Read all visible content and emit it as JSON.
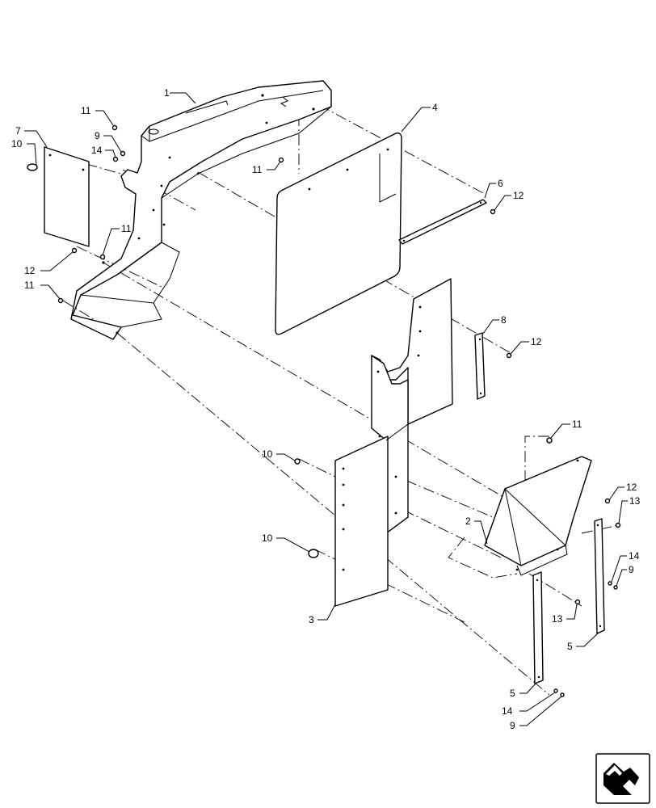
{
  "diagram": {
    "callouts": [
      {
        "id": "c1",
        "label": "1"
      },
      {
        "id": "c2",
        "label": "2"
      },
      {
        "id": "c3",
        "label": "3"
      },
      {
        "id": "c4",
        "label": "4"
      },
      {
        "id": "c5a",
        "label": "5"
      },
      {
        "id": "c5b",
        "label": "5"
      },
      {
        "id": "c6",
        "label": "6"
      },
      {
        "id": "c7",
        "label": "7"
      },
      {
        "id": "c8",
        "label": "8"
      },
      {
        "id": "c9a",
        "label": "9"
      },
      {
        "id": "c9b",
        "label": "9"
      },
      {
        "id": "c9c",
        "label": "9"
      },
      {
        "id": "c10a",
        "label": "10"
      },
      {
        "id": "c10b",
        "label": "10"
      },
      {
        "id": "c10c",
        "label": "10"
      },
      {
        "id": "c11a",
        "label": "11"
      },
      {
        "id": "c11b",
        "label": "11"
      },
      {
        "id": "c11c",
        "label": "11"
      },
      {
        "id": "c11d",
        "label": "11"
      },
      {
        "id": "c11e",
        "label": "11"
      },
      {
        "id": "c12a",
        "label": "12"
      },
      {
        "id": "c12b",
        "label": "12"
      },
      {
        "id": "c12c",
        "label": "12"
      },
      {
        "id": "c12d",
        "label": "12"
      },
      {
        "id": "c13a",
        "label": "13"
      },
      {
        "id": "c13b",
        "label": "13"
      },
      {
        "id": "c14a",
        "label": "14"
      },
      {
        "id": "c14b",
        "label": "14"
      },
      {
        "id": "c14c",
        "label": "14"
      }
    ],
    "nav_icon": "previous-page-arrow-icon"
  }
}
